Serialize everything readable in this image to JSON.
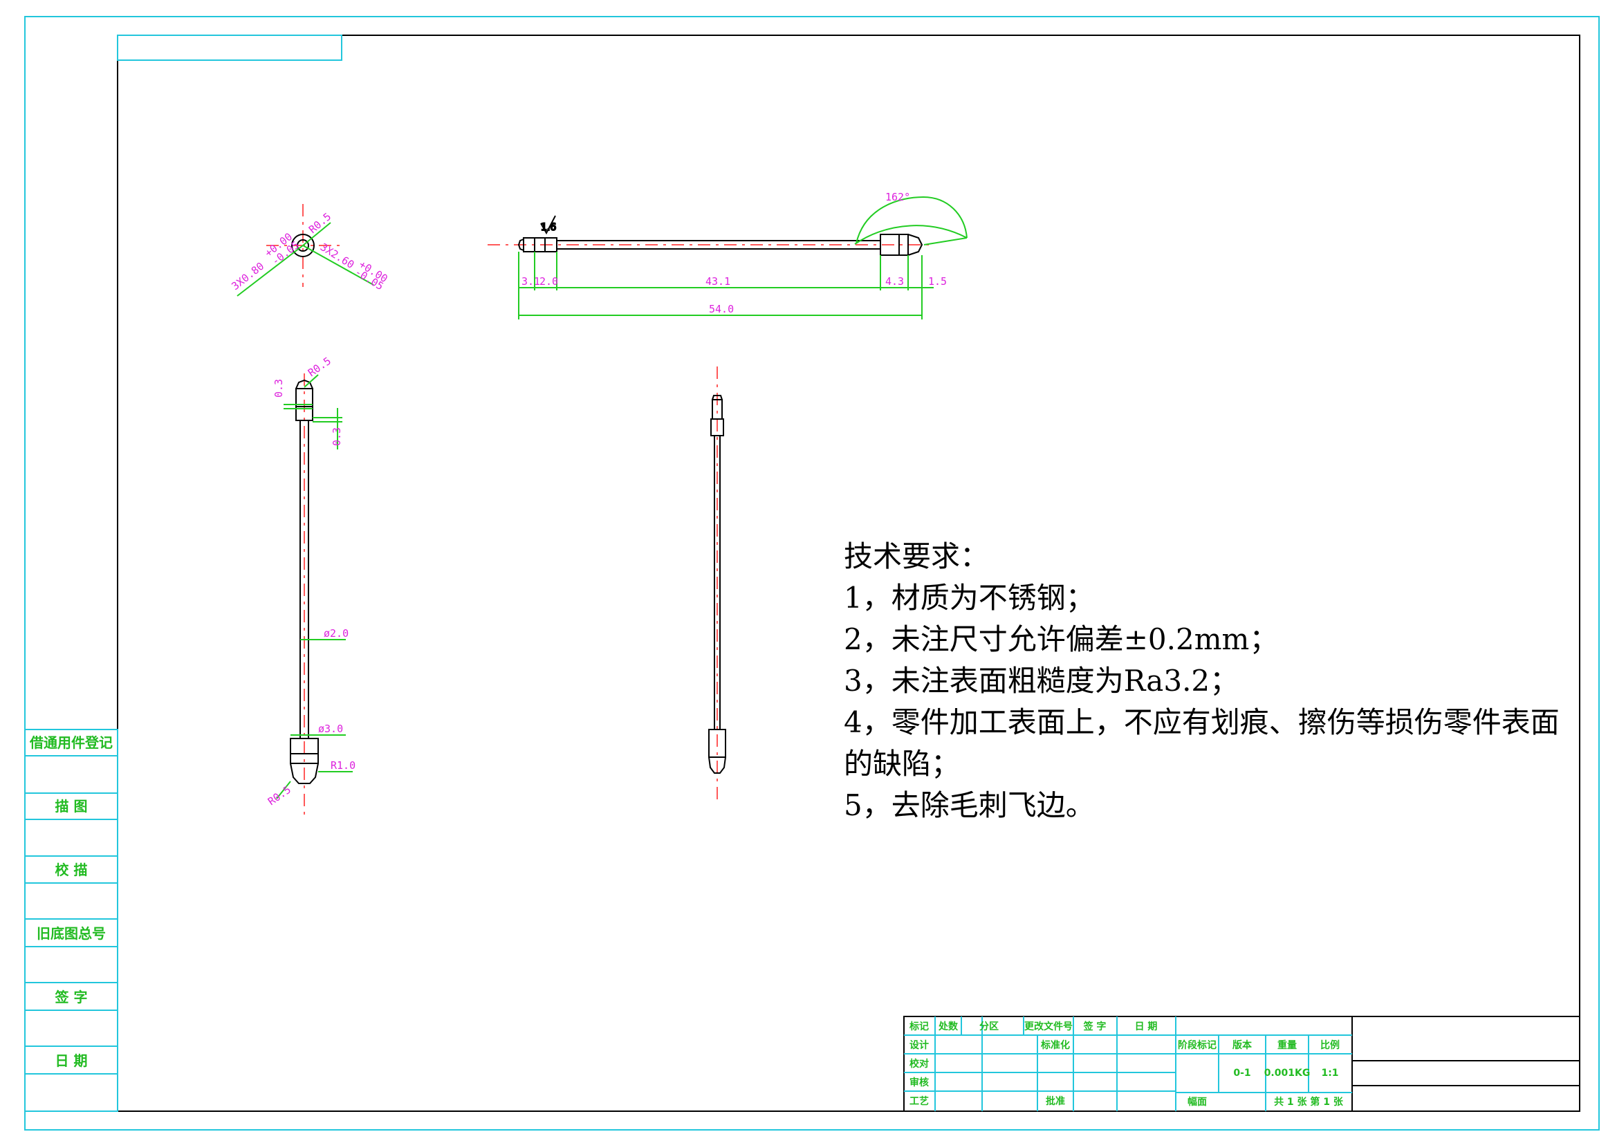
{
  "tech_requirements": {
    "title": "技术要求：",
    "items": [
      "1，材质为不锈钢；",
      "2，未注尺寸允许偏差±0.2mm；",
      "3，未注表面粗糙度为Ra3.2；",
      "4，零件加工表面上，不应有划痕、擦伤等损伤零件表面的缺陷；",
      "5，去除毛刺飞边。"
    ]
  },
  "side_panel": {
    "labels": [
      "借通用件登记",
      "描 图",
      "校 描",
      "旧底图总号",
      "签 字",
      "日 期"
    ]
  },
  "dimensions": {
    "end_view": {
      "radius": "R0.5",
      "dim_left": "3X0.80",
      "tol_left_upper": "+0.00",
      "tol_left_lower": "-0.05",
      "dim_right": "3X2.60",
      "tol_right_upper": "+0.00",
      "tol_right_lower": "-0.05"
    },
    "top_view": {
      "roughness": "1.6",
      "angle": "162°",
      "d1": "3.1",
      "d2": "2.0",
      "d3": "43.1",
      "d4": "4.3",
      "d5": "1.5",
      "total": "54.0"
    },
    "side_view": {
      "r_top": "R0.5",
      "d_a": "0.3",
      "d_b": "0.3",
      "dia_shaft": "ø2.0",
      "dia_head": "ø3.0",
      "r_head": "R1.0",
      "r_bottom": "R0.5"
    }
  },
  "title_block": {
    "header": [
      "标记",
      "处数",
      "分区",
      "更改文件号",
      "签 字",
      "日 期"
    ],
    "rows": [
      "设计",
      "校对",
      "审核",
      "工艺"
    ],
    "std": "标准化",
    "approve": "批准",
    "stage_label": "阶段标记",
    "version_label": "版本",
    "weight_label": "重量",
    "scale_label": "比例",
    "version": "0-1",
    "weight": "0.001KG",
    "scale": "1:1",
    "sheet_label": "幅面",
    "sheet_info": "共 1 张 第 1 张"
  },
  "colors": {
    "frame": "#22c6dc",
    "dimension": "#22cc22",
    "text_dim": "#dd22dd",
    "centerline": "#ff2222",
    "outline": "#000000"
  }
}
